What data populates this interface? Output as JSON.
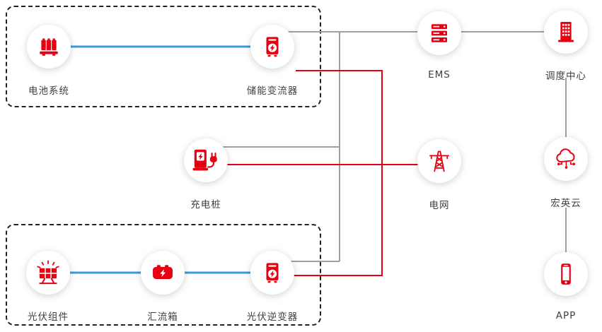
{
  "colors": {
    "brand_red": "#e60012",
    "wire_blue": "#3b9ad9",
    "wire_gray": "#a0a0a0",
    "label_text": "#3f3f3f",
    "group_border": "#222222"
  },
  "nodes": {
    "battery_system": {
      "label": "电池系统",
      "icon": "battery-cabinet-icon"
    },
    "storage_converter": {
      "label": "储能变流器",
      "icon": "storage-converter-icon"
    },
    "charging_pile": {
      "label": "充电桩",
      "icon": "ev-charger-icon"
    },
    "pv_module": {
      "label": "光伏组件",
      "icon": "solar-panel-icon"
    },
    "combiner_box": {
      "label": "汇流箱",
      "icon": "combiner-box-icon"
    },
    "pv_inverter": {
      "label": "光伏逆变器",
      "icon": "pv-inverter-icon"
    },
    "ems": {
      "label": "EMS",
      "icon": "server-icon"
    },
    "dispatch_center": {
      "label": "调度中心",
      "icon": "building-icon"
    },
    "grid": {
      "label": "电网",
      "icon": "transmission-tower-icon"
    },
    "cloud": {
      "label": "宏英云",
      "icon": "cloud-icon"
    },
    "app": {
      "label": "APP",
      "icon": "smartphone-icon"
    }
  },
  "groups": [
    {
      "name": "storage-system-group",
      "members": [
        "battery_system",
        "storage_converter"
      ]
    },
    {
      "name": "pv-system-group",
      "members": [
        "pv_module",
        "combiner_box",
        "pv_inverter"
      ]
    }
  ],
  "connections": {
    "blue_power_dc": [
      [
        "battery_system",
        "storage_converter"
      ],
      [
        "pv_module",
        "combiner_box"
      ],
      [
        "combiner_box",
        "pv_inverter"
      ]
    ],
    "gray_comm": [
      [
        "storage_converter",
        "ems"
      ],
      [
        "charging_pile",
        "ems"
      ],
      [
        "pv_inverter",
        "ems"
      ],
      [
        "ems",
        "dispatch_center"
      ],
      [
        "dispatch_center",
        "cloud"
      ],
      [
        "cloud",
        "app"
      ]
    ],
    "red_power_ac": [
      [
        "storage_converter",
        "grid"
      ],
      [
        "pv_inverter",
        "grid"
      ],
      [
        "charging_pile",
        "grid"
      ]
    ]
  }
}
